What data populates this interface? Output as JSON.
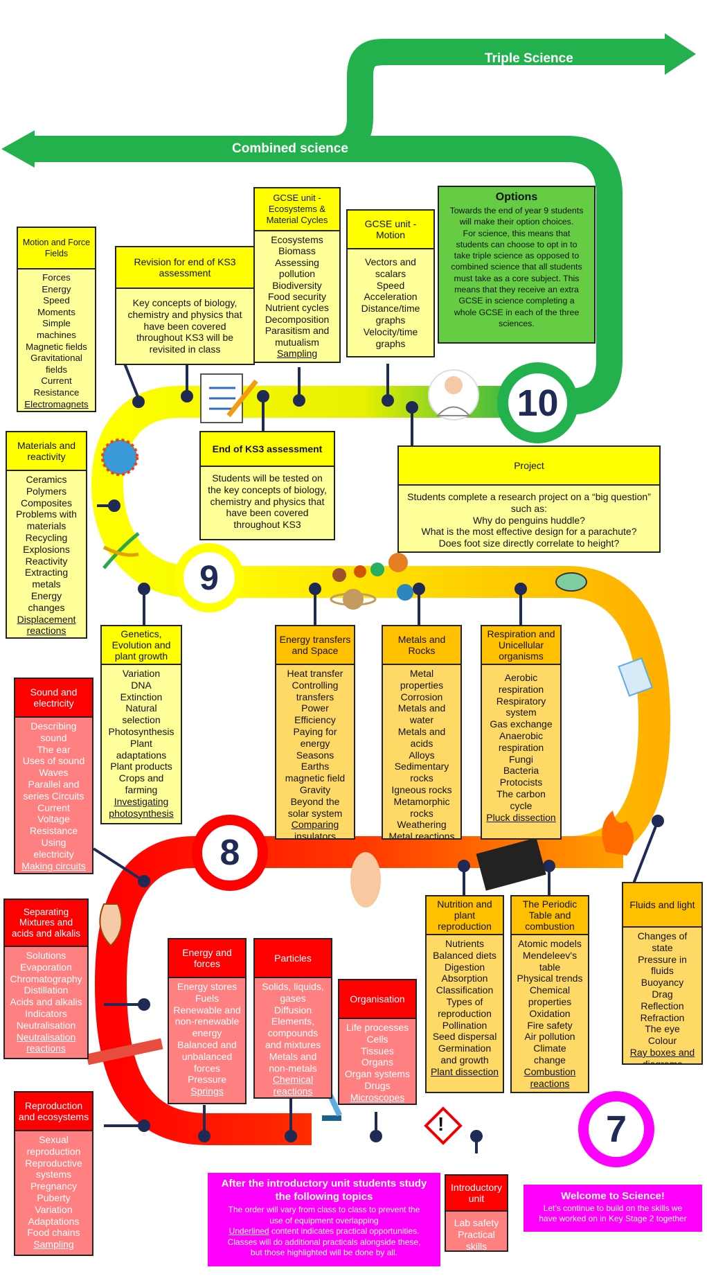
{
  "colors": {
    "green": "#22b14c",
    "yellow": "#ffff00",
    "orange": "#ffc000",
    "red": "#ff0000",
    "magenta": "#ff00ff"
  },
  "arrows": {
    "triple": "Triple Science",
    "combined": "Combined science"
  },
  "year_markers": {
    "y10": "10",
    "y9": "9",
    "y8": "8",
    "y7": "7"
  },
  "options": {
    "title": "Options",
    "lines": [
      "Towards the end of year 9 students",
      "will make their option choices.",
      "For science, this means that",
      "students can choose to opt in to",
      "take triple science as opposed to",
      "combined science that all students",
      "must take as a core subject. This",
      "means that they receive an extra",
      "GCSE in science completing a",
      "whole GCSE in each of the three",
      "sciences."
    ]
  },
  "motion_forces": {
    "title": "Motion and Force Fields",
    "items": [
      "Forces",
      "Energy",
      "Speed",
      "Moments",
      "Simple",
      "machines",
      "Magnetic fields",
      "Gravitational",
      "fields",
      "Current",
      "Resistance"
    ],
    "practical": "Electromagnets"
  },
  "revision": {
    "title": "Revision for end of KS3 assessment",
    "body": "Key concepts of biology, chemistry and physics that have been covered throughout KS3 will be revisited in class"
  },
  "gcse_eco": {
    "title": "GCSE unit - Ecosystems & Material Cycles",
    "items": [
      "Ecosystems",
      "Biomass",
      "Assessing",
      "pollution",
      "Biodiversity",
      "Food security",
      "Nutrient cycles",
      "Decomposition",
      "Parasitism and",
      "mutualism"
    ],
    "practical": "Sampling"
  },
  "gcse_motion": {
    "title": "GCSE unit - Motion",
    "items": [
      "Vectors and",
      "scalars",
      "Speed",
      "Acceleration",
      "Distance/time",
      "graphs",
      "Velocity/time",
      "graphs"
    ]
  },
  "end_ks3": {
    "title": "End of KS3 assessment",
    "body": "Students will be tested on the key concepts of biology, chemistry and physics that have been covered throughout KS3"
  },
  "project": {
    "title": "Project",
    "lines": [
      "Students complete a research project on a “big question”",
      "such as:",
      "Why do penguins huddle?",
      "What is the most effective design for a parachute?",
      "Does foot size directly correlate to height?"
    ]
  },
  "materials": {
    "title": "Materials and reactivity",
    "items": [
      "Ceramics",
      "Polymers",
      "Composites",
      "Problems with",
      "materials",
      "Recycling",
      "Explosions",
      "Reactivity",
      "Extracting",
      "metals",
      "Energy",
      "changes"
    ],
    "practical": "Displacement reactions"
  },
  "genetics": {
    "title": "Genetics, Evolution and plant growth",
    "items": [
      "Variation",
      "DNA",
      "Extinction",
      "Natural",
      "selection",
      "Photosynthesis",
      "Plant",
      "adaptations",
      "Plant products",
      "Crops and",
      "farming"
    ],
    "practical": "Investigating photosynthesis"
  },
  "energy_space": {
    "title": "Energy transfers and Space",
    "items": [
      "Heat transfer",
      "Controlling",
      "transfers",
      "Power",
      "Efficiency",
      "Paying for",
      "energy",
      "Seasons",
      "Earths",
      "magnetic field",
      "Gravity",
      "Beyond the",
      "solar system"
    ],
    "practical": "Comparing insulators"
  },
  "metals_rocks": {
    "title": "Metals and Rocks",
    "items": [
      "Metal",
      "properties",
      "Corrosion",
      "Metals and",
      "water",
      "Metals and",
      "acids",
      "Alloys",
      "Sedimentary",
      "rocks",
      "Igneous rocks",
      "Metamorphic",
      "rocks",
      "Weathering"
    ],
    "practical": "Metal reactions"
  },
  "respiration": {
    "title": "Respiration and Unicellular organisms",
    "items": [
      "Aerobic",
      "respiration",
      "Respiratory",
      "system",
      "Gas exchange",
      "Anaerobic",
      "respiration",
      "Fungi",
      "Bacteria",
      "Protocists",
      "The carbon",
      "cycle"
    ],
    "practical": "Pluck dissection"
  },
  "sound": {
    "title": "Sound and electricity",
    "items": [
      "Describing",
      "sound",
      "The ear",
      "Uses of sound",
      "Waves",
      "Parallel and",
      "series Circuits",
      "Current",
      "Voltage",
      "Resistance",
      "Using",
      "electricity"
    ],
    "practical": "Making circuits"
  },
  "separating": {
    "title": "Separating Mixtures and acids and alkalis",
    "items": [
      "Solutions",
      "Evaporation",
      "Chromatography",
      "Distillation",
      "Acids and alkalis",
      "Indicators",
      "Neutralisation"
    ],
    "practical": "Neutralisation reactions"
  },
  "energy_forces": {
    "title": "Energy and forces",
    "items": [
      "Energy stores",
      "Fuels",
      "Renewable and",
      "non-renewable",
      "energy",
      "Balanced and",
      "unbalanced",
      "forces",
      "Pressure"
    ],
    "practical": "Springs"
  },
  "particles": {
    "title": "Particles",
    "items": [
      "Solids, liquids,",
      "gases",
      "Diffusion",
      "Elements,",
      "compounds",
      "and mixtures",
      "Metals and",
      "non-metals"
    ],
    "practical": "Chemical reactions"
  },
  "organisation": {
    "title": "Organisation",
    "items": [
      "Life processes",
      "Cells",
      "Tissues",
      "Organs",
      "Organ systems",
      "Drugs"
    ],
    "practical": "Microscopes"
  },
  "nutrition": {
    "title": "Nutrition and plant reproduction",
    "items": [
      "Nutrients",
      "Balanced diets",
      "Digestion",
      "Absorption",
      "Classification",
      "Types of",
      "reproduction",
      "Pollination",
      "Seed dispersal",
      "Germination",
      "and growth"
    ],
    "practical": "Plant dissection"
  },
  "periodic": {
    "title": "The Periodic Table and combustion",
    "items": [
      "Atomic models",
      "Mendeleev's",
      "table",
      "Physical trends",
      "Chemical",
      "properties",
      "Oxidation",
      "Fire safety",
      "Air pollution",
      "Climate",
      "change"
    ],
    "practical": "Combustion reactions"
  },
  "fluids": {
    "title": "Fluids and light",
    "items": [
      "Changes of",
      "state",
      "Pressure in",
      "fluids",
      "Buoyancy",
      "Drag",
      "Reflection",
      "Refraction",
      "The eye",
      "Colour"
    ],
    "practical": "Ray boxes and diagrams"
  },
  "reproduction": {
    "title": "Reproduction and ecosystems",
    "items": [
      "Sexual",
      "reproduction",
      "Reproductive",
      "systems",
      "Pregnancy",
      "Puberty",
      "Variation",
      "Adaptations",
      "Food chains"
    ],
    "practical": "Sampling"
  },
  "intro_note": {
    "title": "After the introductory unit students study the following topics",
    "lines": [
      "The order will vary from class to class to prevent the",
      "use of equipment overlapping"
    ],
    "underlined": "Underlined",
    "line3": " content indicates practical opportunities.",
    "lines2": [
      "Classes will do additional practicals alongside these,",
      "but those highlighted will be done by all."
    ]
  },
  "intro_unit": {
    "title": "Introductory unit",
    "items": [
      "Lab safety",
      "Practical skills"
    ]
  },
  "welcome": {
    "title": "Welcome to Science!",
    "lines": [
      "Let’s continue to build on the skills we",
      "have worked on in Key Stage 2 together"
    ]
  },
  "hazard": {
    "symbol": "!"
  }
}
